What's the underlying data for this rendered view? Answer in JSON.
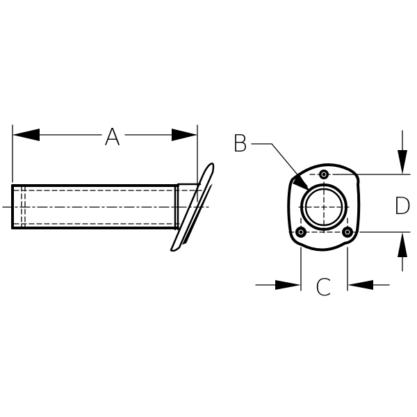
{
  "drawing": {
    "type": "technical dimension drawing",
    "views": {
      "side": {
        "name": "side view",
        "dimension_label": "A"
      },
      "end": {
        "name": "end view",
        "labels": {
          "b": "B",
          "c": "C",
          "d": "D"
        }
      }
    },
    "colors": {
      "line": "#000000",
      "background": "#ffffff"
    }
  }
}
